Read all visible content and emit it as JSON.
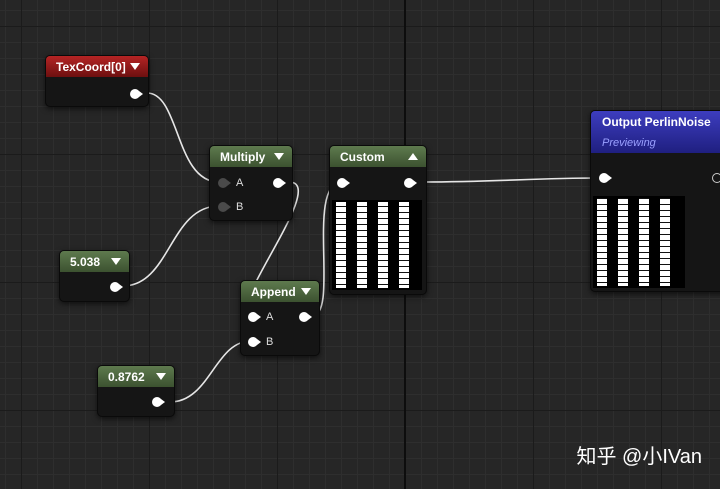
{
  "nodes": {
    "texcoord": {
      "title": "TexCoord[0]"
    },
    "multiply": {
      "title": "Multiply",
      "pin_a": "A",
      "pin_b": "B"
    },
    "const_5038": {
      "value": "5.038"
    },
    "append": {
      "title": "Append",
      "pin_a": "A",
      "pin_b": "B"
    },
    "const_08762": {
      "value": "0.8762"
    },
    "custom": {
      "title": "Custom"
    },
    "output": {
      "title": "Output PerlinNoise",
      "subtitle": "Previewing"
    }
  },
  "watermark": {
    "text": "知乎 @小IVan"
  },
  "colors": {
    "header_red": "#b52424",
    "header_green": "#5e7a4e",
    "header_blue": "#3d3dbf",
    "wire": "#e6e6e6"
  }
}
